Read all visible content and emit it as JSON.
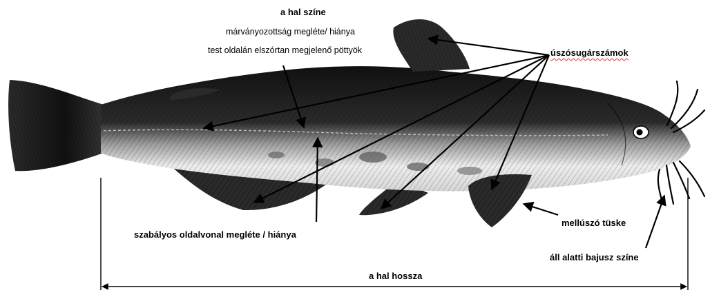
{
  "labels": {
    "color_title": "a hal színe",
    "marbling": "márványozottság megléte/ hiánya",
    "spots": "test oldalán elszórtan megjelenő pöttyök",
    "fin_rays": "úszósugárszámok",
    "lateral_line": "szabályos oldalvonal megléte / hiánya",
    "pectoral_spine": "mellúszó tüske",
    "barbel_color": "áll alatti bajusz színe",
    "length": "a hal hossza"
  },
  "colors": {
    "ink": "#000000",
    "fish_dark": "#1c1c1c",
    "fish_mid": "#4a4a4a",
    "belly": "#f2f2f2",
    "spellcheck_underline": "#d83030"
  },
  "icons": {
    "subject": "catfish-illustration"
  }
}
